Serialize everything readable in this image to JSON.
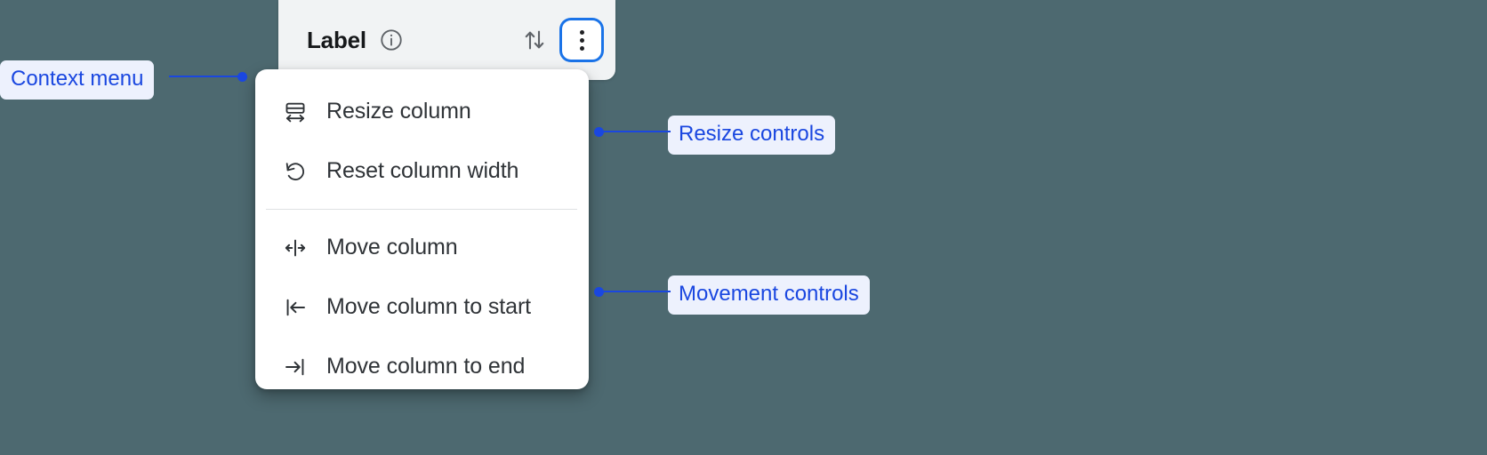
{
  "background_color": "#4d6970",
  "accent_color": "#1a47e0",
  "header": {
    "title": "Label",
    "info_icon": "info-circle-icon",
    "sort_icon": "sort-arrows-up-down-icon",
    "overflow_icon": "kebab-more-vertical-icon"
  },
  "menu": {
    "groups": [
      {
        "name": "resize",
        "items": [
          {
            "label": "Resize column",
            "icon": "resize-column-icon"
          },
          {
            "label": "Reset column width",
            "icon": "reset-rotate-ccw-icon"
          }
        ]
      },
      {
        "name": "movement",
        "items": [
          {
            "label": "Move column",
            "icon": "move-column-left-right-icon"
          },
          {
            "label": "Move column to start",
            "icon": "move-to-start-icon"
          },
          {
            "label": "Move column to end",
            "icon": "move-to-end-icon"
          }
        ]
      }
    ]
  },
  "annotations": [
    {
      "id": "context",
      "label": "Context menu"
    },
    {
      "id": "resize",
      "label": "Resize controls"
    },
    {
      "id": "movement",
      "label": "Movement controls"
    }
  ]
}
